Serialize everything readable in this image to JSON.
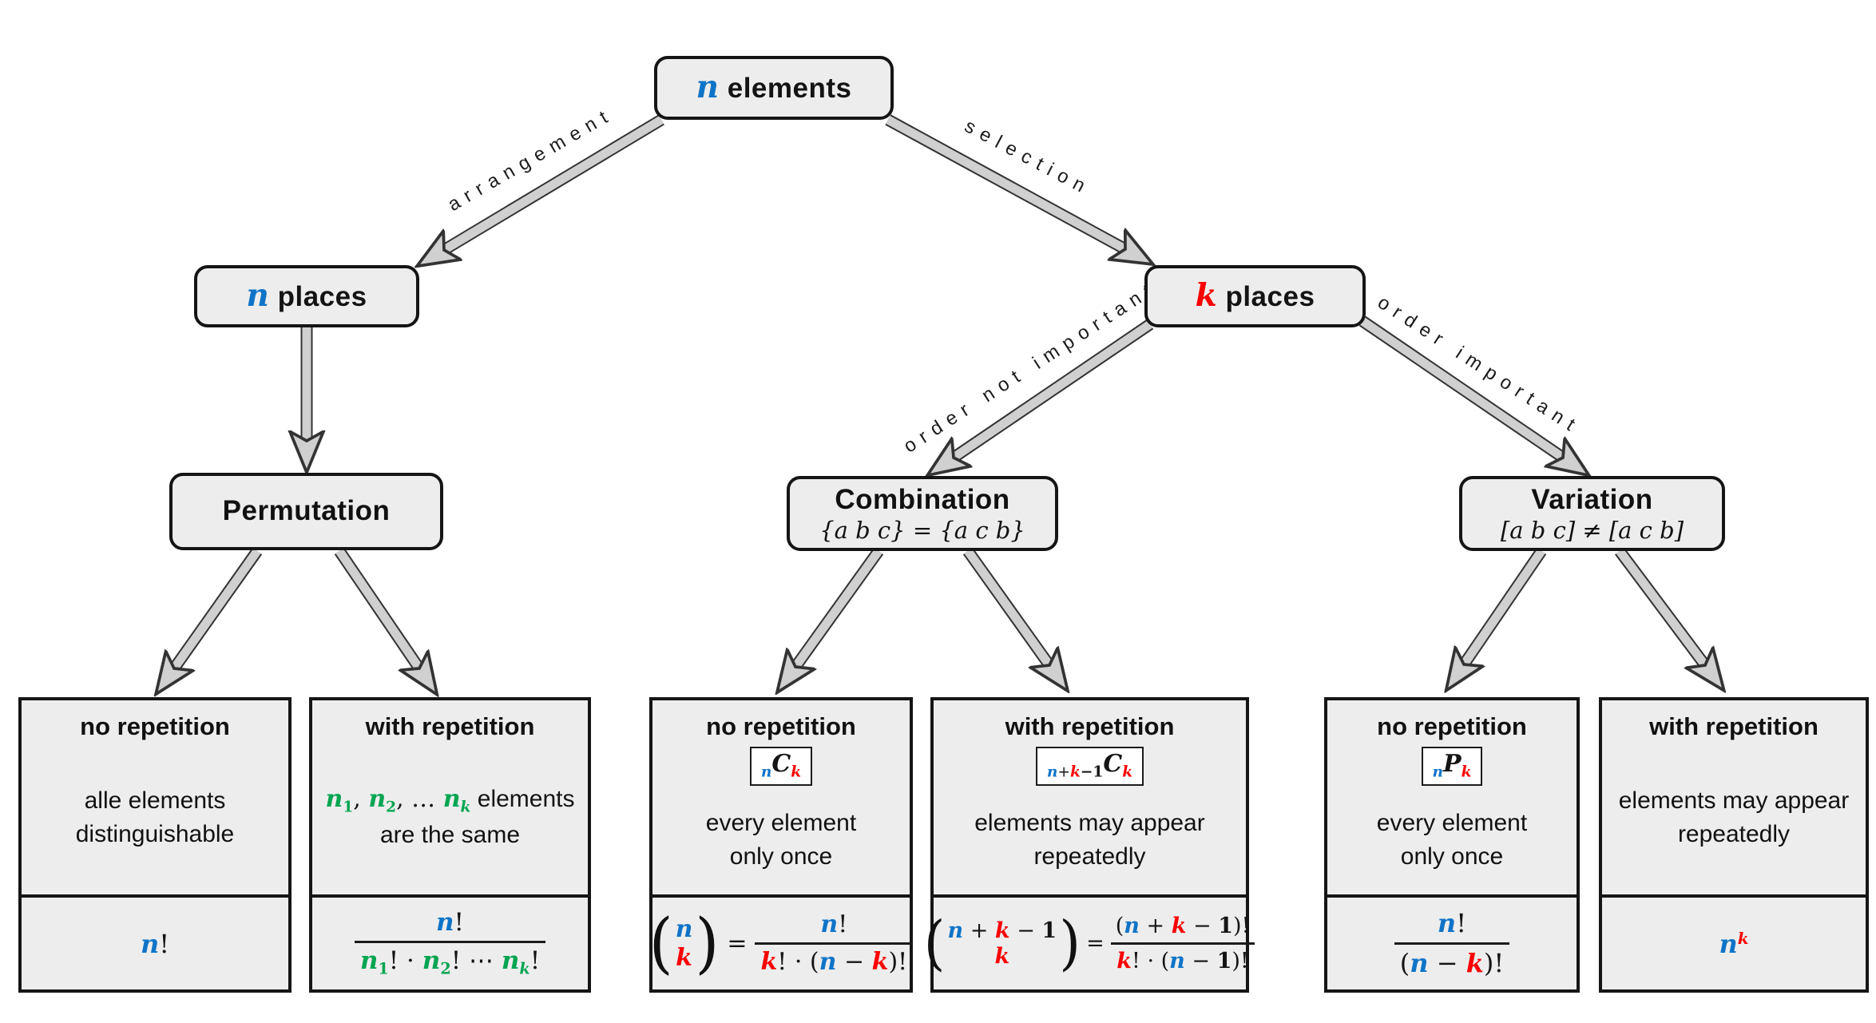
{
  "nodes": {
    "root": {
      "tokens": [
        {
          "t": "n",
          "c": "b"
        },
        {
          "t": " elements",
          "s": "h"
        }
      ]
    },
    "n_places": {
      "tokens": [
        {
          "t": "n",
          "c": "b"
        },
        {
          "t": " places",
          "s": "h"
        }
      ]
    },
    "k_places": {
      "tokens": [
        {
          "t": "k",
          "c": "r"
        },
        {
          "t": " places",
          "s": "h"
        }
      ]
    },
    "permutation": {
      "title": "Permutation"
    },
    "combination": {
      "title": "Combination",
      "subtitle": "{a b c} = {a c b}"
    },
    "variation": {
      "title": "Variation",
      "subtitle": "[a b c] ≠ [a c b]"
    }
  },
  "edges": {
    "arrangement": {
      "label": "arrangement"
    },
    "selection": {
      "label": "selection"
    },
    "order_not_important": {
      "label": "order not important"
    },
    "order_important": {
      "label": "order important"
    }
  },
  "leaves": {
    "perm_no_rep": {
      "heading": "no repetition",
      "desc_line1": "alle elements",
      "desc_line2": "distinguishable",
      "formula": [
        {
          "t": "n",
          "c": "b"
        },
        {
          "t": "!",
          "s": "p"
        }
      ]
    },
    "perm_with_rep": {
      "heading": "with repetition",
      "desc_rich": [
        {
          "t": "n",
          "c": "g"
        },
        {
          "t": "1",
          "c": "g",
          "s": "n",
          "sub": true
        },
        {
          "t": ", ",
          "s": "p"
        },
        {
          "t": "n",
          "c": "g"
        },
        {
          "t": "2",
          "c": "g",
          "s": "n",
          "sub": true
        },
        {
          "t": ", … ",
          "s": "p"
        },
        {
          "t": "n",
          "c": "g"
        },
        {
          "t": "k",
          "c": "g",
          "sub": true
        },
        {
          "t": " elements",
          "s": "d"
        }
      ],
      "desc_line2": "are the same",
      "frac_num": [
        {
          "t": "n",
          "c": "b"
        },
        {
          "t": "!",
          "s": "p"
        }
      ],
      "frac_den": [
        {
          "t": "n",
          "c": "g"
        },
        {
          "t": "1",
          "c": "g",
          "s": "n",
          "sub": true
        },
        {
          "t": "! · ",
          "s": "p"
        },
        {
          "t": "n",
          "c": "g"
        },
        {
          "t": "2",
          "c": "g",
          "s": "n",
          "sub": true
        },
        {
          "t": "! ⋯ ",
          "s": "p"
        },
        {
          "t": "n",
          "c": "g"
        },
        {
          "t": "k",
          "c": "g",
          "sub": true
        },
        {
          "t": "!",
          "s": "p"
        }
      ]
    },
    "comb_no_rep": {
      "heading": "no repetition",
      "badge": [
        {
          "t": "n",
          "c": "b",
          "sub": true
        },
        {
          "t": "C"
        },
        {
          "t": "k",
          "c": "r",
          "sub": true
        }
      ],
      "desc_line1": "every element",
      "desc_line2": "only once",
      "binom_top": [
        {
          "t": "n",
          "c": "b"
        }
      ],
      "binom_bottom": [
        {
          "t": "k",
          "c": "r"
        }
      ],
      "equals": "=",
      "frac_num": [
        {
          "t": "n",
          "c": "b"
        },
        {
          "t": "!",
          "s": "p"
        }
      ],
      "frac_den": [
        {
          "t": "k",
          "c": "r"
        },
        {
          "t": "! · (",
          "s": "p"
        },
        {
          "t": "n",
          "c": "b"
        },
        {
          "t": " − ",
          "s": "p"
        },
        {
          "t": "k",
          "c": "r"
        },
        {
          "t": ")!",
          "s": "p"
        }
      ]
    },
    "comb_with_rep": {
      "heading": "with repetition",
      "badge": [
        {
          "t": "n",
          "c": "b",
          "sub": true
        },
        {
          "t": "+",
          "s": "p",
          "sub": true
        },
        {
          "t": "k",
          "c": "r",
          "sub": true
        },
        {
          "t": "−1",
          "s": "n",
          "sub": true
        },
        {
          "t": "C"
        },
        {
          "t": "k",
          "c": "r",
          "sub": true
        }
      ],
      "desc_line1": "elements may appear",
      "desc_line2": "repeatedly",
      "binom_top": [
        {
          "t": "n",
          "c": "b"
        },
        {
          "t": " + ",
          "s": "p"
        },
        {
          "t": "k",
          "c": "r"
        },
        {
          "t": " − ",
          "s": "p"
        },
        {
          "t": "1",
          "s": "n"
        }
      ],
      "binom_bottom": [
        {
          "t": "k",
          "c": "r"
        }
      ],
      "equals": "=",
      "frac_num": [
        {
          "t": "(",
          "s": "p"
        },
        {
          "t": "n",
          "c": "b"
        },
        {
          "t": " + ",
          "s": "p"
        },
        {
          "t": "k",
          "c": "r"
        },
        {
          "t": " − ",
          "s": "p"
        },
        {
          "t": "1",
          "s": "n"
        },
        {
          "t": ")!",
          "s": "p"
        }
      ],
      "frac_den": [
        {
          "t": "k",
          "c": "r"
        },
        {
          "t": "! · (",
          "s": "p"
        },
        {
          "t": "n",
          "c": "b"
        },
        {
          "t": " − ",
          "s": "p"
        },
        {
          "t": "1",
          "s": "n"
        },
        {
          "t": ")!",
          "s": "p"
        }
      ]
    },
    "var_no_rep": {
      "heading": "no repetition",
      "badge": [
        {
          "t": "n",
          "c": "b",
          "sub": true
        },
        {
          "t": "P"
        },
        {
          "t": "k",
          "c": "r",
          "sub": true
        }
      ],
      "desc_line1": "every element",
      "desc_line2": "only once",
      "frac_num": [
        {
          "t": "n",
          "c": "b"
        },
        {
          "t": "!",
          "s": "p"
        }
      ],
      "frac_den": [
        {
          "t": "(",
          "s": "p"
        },
        {
          "t": "n",
          "c": "b"
        },
        {
          "t": " − ",
          "s": "p"
        },
        {
          "t": "k",
          "c": "r"
        },
        {
          "t": ")!",
          "s": "p"
        }
      ]
    },
    "var_with_rep": {
      "heading": "with repetition",
      "desc_line1": "elements may appear",
      "desc_line2": "repeatedly",
      "formula": [
        {
          "t": "n",
          "c": "b"
        },
        {
          "t": "k",
          "c": "r",
          "sup": true
        }
      ]
    }
  },
  "colors": {
    "blue": "#0f74c8",
    "red": "#fb0000",
    "green": "#00a551",
    "box_fill": "#ededed",
    "arrow_fill": "#d0d0d0",
    "arrow_outline": "#333333"
  }
}
